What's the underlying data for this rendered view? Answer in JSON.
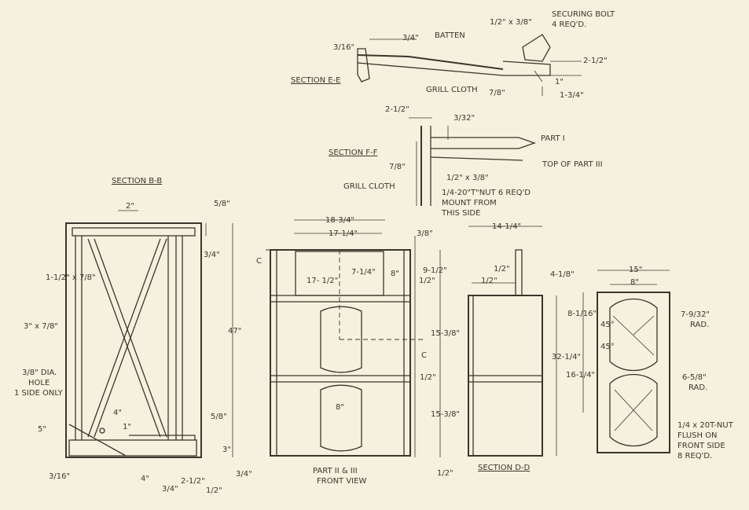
{
  "drawing": {
    "section_ee": {
      "title": "SECTION E-E",
      "labels": {
        "d_3_16": "3/16\"",
        "d_3_4": "3/4\"",
        "batten": "BATTEN",
        "bolt_size": "1/2\" x 3/8\"",
        "securing_bolt": "SECURING BOLT",
        "securing_bolt_qty": "4 REQ'D.",
        "d_2_1_2": "2-1/2\"",
        "grill_cloth": "GRILL CLOTH",
        "d_7_8": "7/8\"",
        "d_1": "1\"",
        "d_1_3_4": "1-3/4\""
      }
    },
    "section_ff": {
      "title": "SECTION F-F",
      "labels": {
        "d_2_1_2": "2-1/2\"",
        "d_3_32": "3/32\"",
        "part_1": "PART I",
        "top_of_part_3": "TOP OF PART III",
        "d_7_8": "7/8\"",
        "bolt_size": "1/2\" x 3/8\"",
        "grill_cloth": "GRILL CLOTH",
        "tnut_line1": "1/4-20\"T\"NUT 6 REQ'D",
        "tnut_line2": "MOUNT FROM",
        "tnut_line3": "THIS SIDE"
      }
    },
    "section_bb": {
      "title": "SECTION B-B",
      "labels": {
        "d_2": "2\"",
        "d_5_8_top": "5/8\"",
        "d_3_4_top": "3/4\"",
        "stud_1": "1-1/2\" x 7/8\"",
        "stud_2": "3\" x 7/8\"",
        "d_47": "47\"",
        "hole_line1": "3/8\" DIA.",
        "hole_line2": "HOLE",
        "hole_line3": "1 SIDE ONLY",
        "d_4": "4\"",
        "d_1": "1\"",
        "d_5": "5\"",
        "d_5_8_bot": "5/8\"",
        "d_3": "3\"",
        "d_3_16": "3/16\"",
        "d_4_bot": "4\"",
        "d_3_4_bot": "3/4\"",
        "d_2_1_2": "2-1/2\"",
        "d_1_2": "1/2\"",
        "d_3_4_right": "3/4\""
      }
    },
    "front_view": {
      "title_line1": "PART II & III",
      "title_line2": "FRONT VIEW",
      "labels": {
        "d_18_3_4": "18-3/4\"",
        "d_17_1_4": "17-1/4\"",
        "cut_c": "C",
        "d_3_8": "3/8\"",
        "d_9_1_2": "9-1/2\"",
        "d_7_1_4": "7-1/4\"",
        "d_17_1_2": "17- 1/2\"",
        "d_8_top": "8\"",
        "d_1_2_a": "1/2\"",
        "d_15_3_8_a": "15-3/8\"",
        "cut_c_2": "C",
        "d_1_2_b": "1/2\"",
        "d_8_mid": "8\"",
        "d_15_3_8_b": "15-3/8\"",
        "d_1_2_c": "1/2\""
      }
    },
    "section_dd": {
      "title": "SECTION D-D",
      "labels": {
        "d_14_1_4": "14-1/4\"",
        "d_1_2_a": "1/2\"",
        "d_1_2_b": "1/2\"",
        "d_4_1_8": "4-1/8\"",
        "d_32_1_4": "32-1/4\""
      }
    },
    "baffle": {
      "labels": {
        "d_15": "15\"",
        "d_8": "8\"",
        "d_8_1_16": "8-1/16\"",
        "d_45_a": "45°",
        "d_45_b": "45°",
        "d_16_1_4": "16-1/4\"",
        "rad_7_9_32": "7-9/32\"",
        "rad_word_1": "RAD.",
        "rad_6_5_8": "6-5/8\"",
        "rad_word_2": "RAD.",
        "tnut_line1": "1/4 x 20T-NUT",
        "tnut_line2": "FLUSH ON",
        "tnut_line3": "FRONT SIDE",
        "tnut_line4": "8 REQ'D."
      }
    }
  }
}
